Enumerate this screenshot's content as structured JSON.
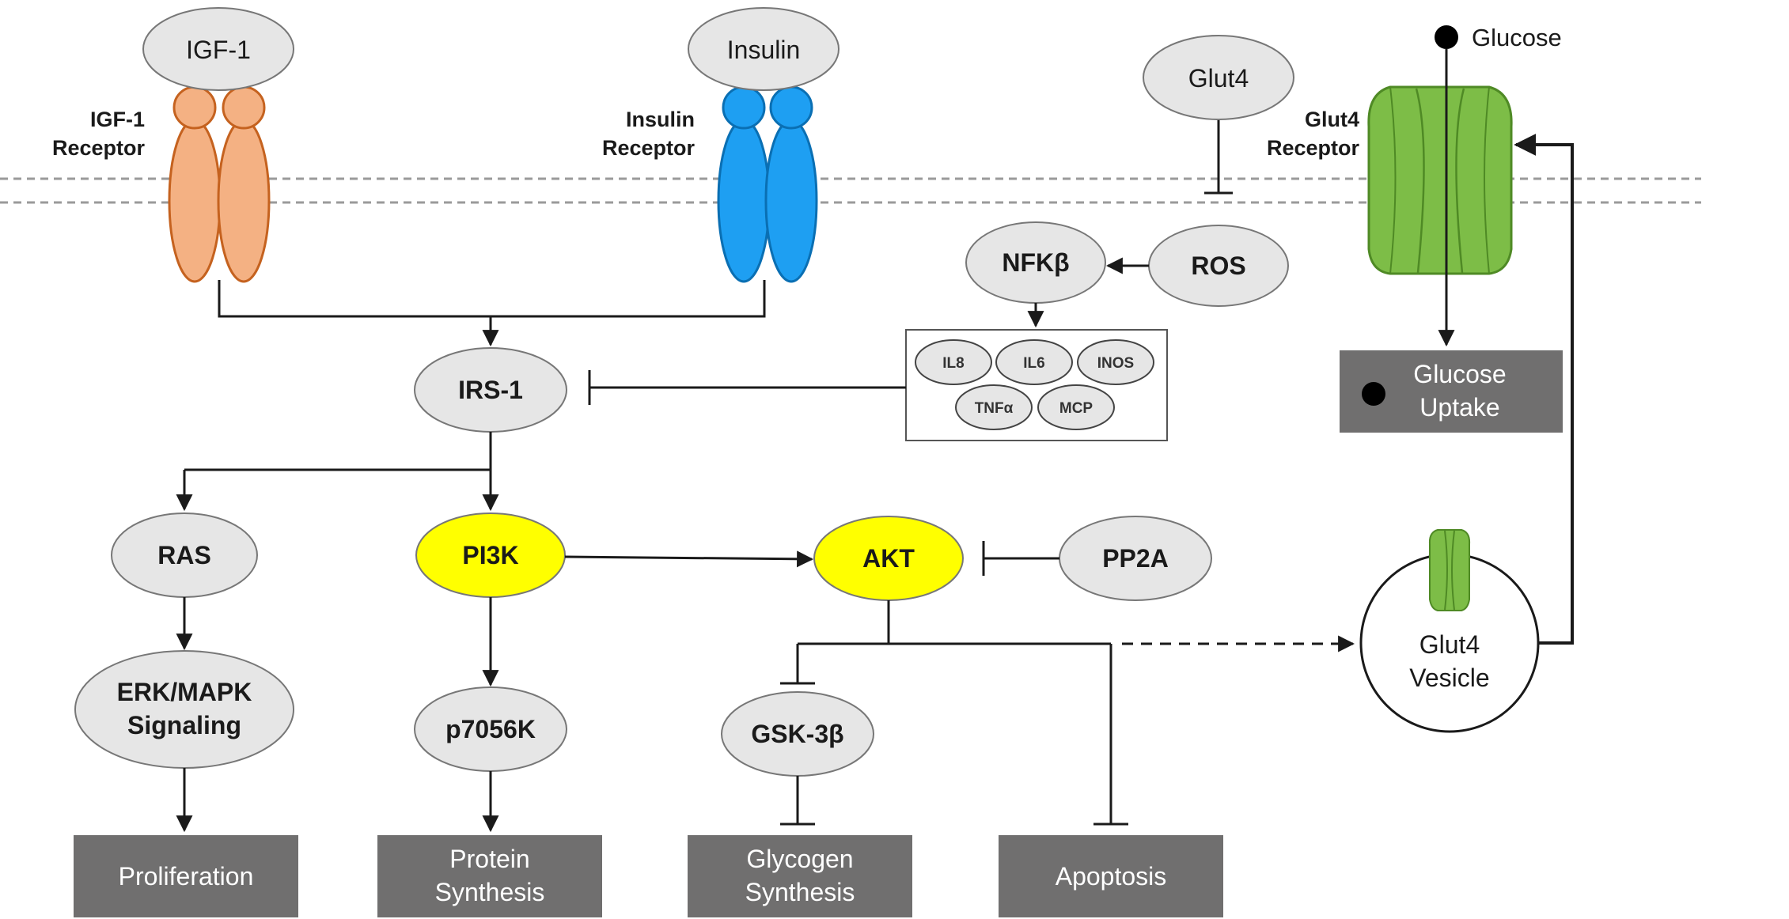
{
  "colors": {
    "node_fill": "#e6e6e6",
    "highlight_fill": "#ffff00",
    "outcome_box": "#706f6f",
    "igf1_receptor": "#f4b183",
    "insulin_receptor": "#1e9ff2",
    "glut4_receptor": "#7dbd47",
    "line": "#1a1a1a",
    "membrane": "#999999"
  },
  "ligands": {
    "igf1": "IGF-1",
    "insulin": "Insulin",
    "glut4": "Glut4",
    "glucose": "Glucose"
  },
  "receptors": {
    "igf1_line1": "IGF-1",
    "igf1_line2": "Receptor",
    "insulin_line1": "Insulin",
    "insulin_line2": "Receptor",
    "glut4_line1": "Glut4",
    "glut4_line2": "Receptor"
  },
  "nodes": {
    "irs1": "IRS-1",
    "nfkb": "NFKβ",
    "ros": "ROS",
    "ras": "RAS",
    "pi3k": "PI3K",
    "akt": "AKT",
    "pp2a": "PP2A",
    "erk_line1": "ERK/MAPK",
    "erk_line2": "Signaling",
    "p7056k": "p7056K",
    "gsk3b": "GSK-3β",
    "vesicle_line1": "Glut4",
    "vesicle_line2": "Vesicle"
  },
  "cytokines": [
    "IL8",
    "IL6",
    "INOS",
    "TNFα",
    "MCP"
  ],
  "outcomes": {
    "proliferation": "Proliferation",
    "protein_line1": "Protein",
    "protein_line2": "Synthesis",
    "glycogen_line1": "Glycogen",
    "glycogen_line2": "Synthesis",
    "apoptosis": "Apoptosis",
    "uptake_line1": "Glucose",
    "uptake_line2": "Uptake"
  }
}
